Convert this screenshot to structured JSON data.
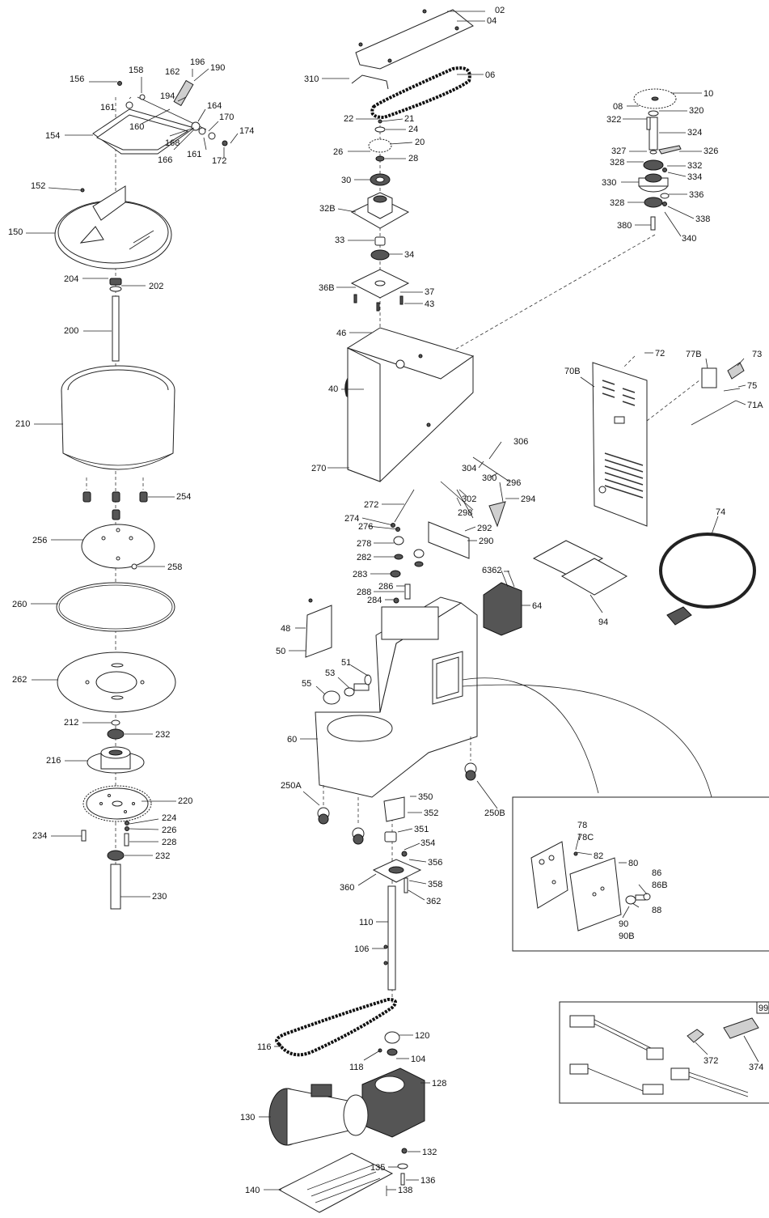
{
  "labels": {
    "l02": "02",
    "l04": "04",
    "l06": "06",
    "l08": "08",
    "l10": "10",
    "l20": "20",
    "l21": "21",
    "l22": "22",
    "l24": "24",
    "l26": "26",
    "l28": "28",
    "l30": "30",
    "l32B": "32B",
    "l33": "33",
    "l34": "34",
    "l36B": "36B",
    "l37": "37",
    "l40": "40",
    "l43": "43",
    "l46": "46",
    "l48": "48",
    "l50": "50",
    "l51": "51",
    "l53": "53",
    "l55": "55",
    "l60": "60",
    "l62": "6362",
    "l64": "64",
    "l70B": "70B",
    "l71A": "71A",
    "l72": "72",
    "l73": "73",
    "l74": "74",
    "l75": "75",
    "l77B": "77B",
    "l78": "78",
    "l78C": "78C",
    "l80": "80",
    "l82": "82",
    "l86": "86",
    "l86B": "86B",
    "l88": "88",
    "l90": "90",
    "l90B": "90B",
    "l94": "94",
    "l99": "99",
    "l104": "104",
    "l106": "106",
    "l110": "110",
    "l116": "116",
    "l118": "118",
    "l120": "120",
    "l128": "128",
    "l130": "130",
    "l132": "132",
    "l135": "135",
    "l136": "136",
    "l138": "138",
    "l140": "140",
    "l150": "150",
    "l152": "152",
    "l154": "154",
    "l156": "156",
    "l158": "158",
    "l160": "160",
    "l161a": "161",
    "l161b": "161",
    "l162": "162",
    "l164": "164",
    "l166": "166",
    "l168": "168",
    "l170": "170",
    "l172": "172",
    "l174": "174",
    "l190": "190",
    "l194": "194",
    "l196": "196",
    "l200": "200",
    "l202": "202",
    "l204": "204",
    "l210": "210",
    "l212": "212",
    "l216": "216",
    "l220": "220",
    "l224": "224",
    "l226": "226",
    "l228": "228",
    "l230": "230",
    "l232a": "232",
    "l232b": "232",
    "l234": "234",
    "l250A": "250A",
    "l250B": "250B",
    "l254": "254",
    "l256": "256",
    "l258": "258",
    "l260": "260",
    "l262": "262",
    "l270": "270",
    "l272": "272",
    "l274": "274",
    "l276": "276",
    "l278": "278",
    "l282": "282",
    "l283": "283",
    "l284": "284",
    "l286": "286",
    "l288": "288",
    "l290": "290",
    "l292": "292",
    "l294": "294",
    "l296": "296",
    "l298": "298",
    "l300": "300",
    "l302": "302",
    "l304": "304",
    "l306": "306",
    "l310": "310",
    "l320": "320",
    "l322": "322",
    "l324": "324",
    "l326": "326",
    "l327": "327",
    "l328a": "328",
    "l328b": "328",
    "l330": "330",
    "l332": "332",
    "l334": "334",
    "l336": "336",
    "l338": "338",
    "l340": "340",
    "l350": "350",
    "l351": "351",
    "l352": "352",
    "l354": "354",
    "l356": "356",
    "l358": "358",
    "l360": "360",
    "l362": "362",
    "l372": "372",
    "l374": "374",
    "l380": "380"
  }
}
